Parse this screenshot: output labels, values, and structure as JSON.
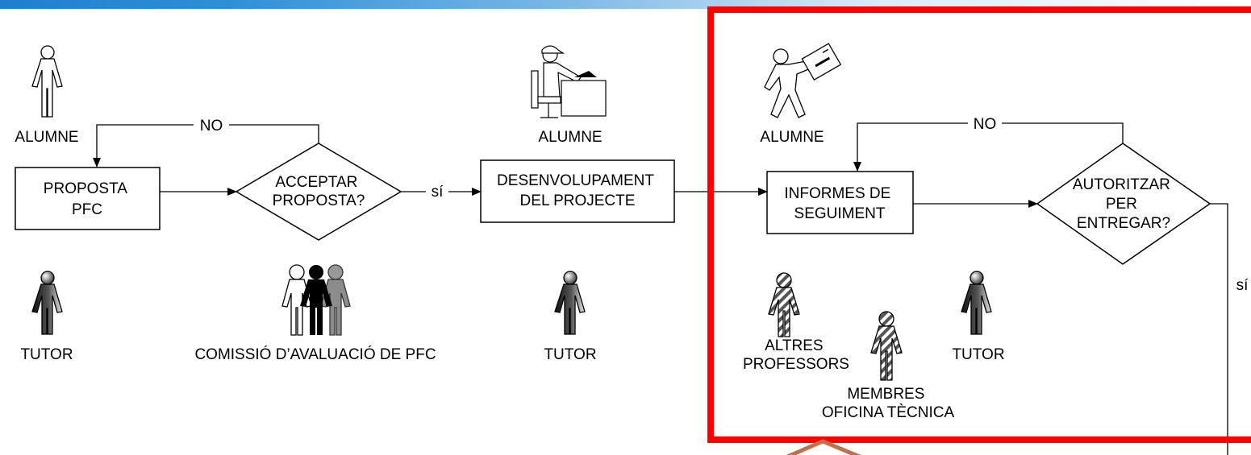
{
  "colors": {
    "highlight_frame": "#ff0000",
    "arrow_brown": "#c0704a",
    "line": "#000000"
  },
  "flow": {
    "box_proposta": [
      "PROPOSTA",
      "PFC"
    ],
    "decision_acceptar": [
      "ACCEPTAR",
      "PROPOSTA?"
    ],
    "box_desenvolupament": [
      "DESENVOLUPAMENT",
      "DEL PROJECTE"
    ],
    "box_informes": [
      "INFORMES DE",
      "SEGUIMENT"
    ],
    "decision_autoritzar": [
      "AUTORITZAR",
      "PER",
      "ENTREGAR?"
    ],
    "label_no_1": "NO",
    "label_si_1": "sí",
    "label_no_2": "NO",
    "label_si_2": "sí"
  },
  "actors": {
    "alumne_1": "ALUMNE",
    "tutor_1": "TUTOR",
    "comissio": "COMISSIÓ D’AVALUACIÓ DE PFC",
    "alumne_2": "ALUMNE",
    "tutor_2": "TUTOR",
    "alumne_3": "ALUMNE",
    "altres_professors": [
      "ALTRES",
      "PROFESSORS"
    ],
    "membres_oficina": [
      "MEMBRES",
      "OFICINA TÈCNICA"
    ],
    "tutor_3": "TUTOR"
  }
}
